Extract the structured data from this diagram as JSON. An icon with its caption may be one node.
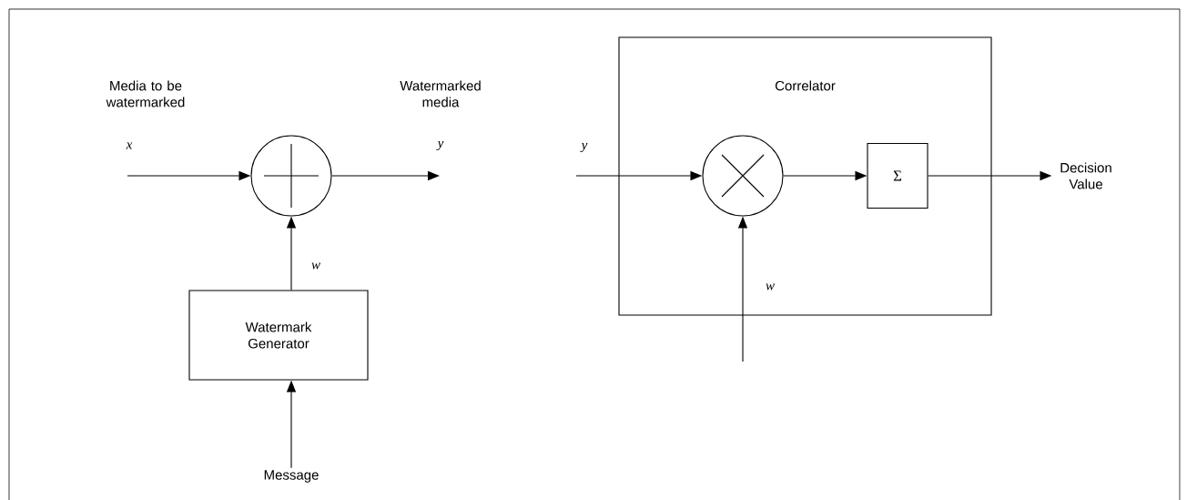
{
  "diagram": {
    "nodes": [
      {
        "text": [],
        "shape": "circle"
      },
      {
        "text": [
          "Watermark Generator"
        ]
      },
      {
        "text": [
          "Message"
        ]
      },
      {
        "text": [
          "Correlator"
        ]
      },
      {
        "text": [],
        "shape": "circle",
        "in": 3
      },
      {
        "text": [
          "Σ"
        ],
        "in": 3
      },
      {
        "text": [
          "Decision Value"
        ]
      }
    ],
    "edges": [
      {
        "from": null,
        "to": 0,
        "arrow": "to",
        "label": "x"
      },
      {
        "from": 0,
        "to": null,
        "arrow": "to",
        "label": "y"
      },
      {
        "from": 1,
        "to": 0,
        "arrow": "to",
        "label": "w"
      },
      {
        "from": 2,
        "to": 1,
        "arrow": "to"
      },
      {
        "from": null,
        "to": 4,
        "arrow": "to",
        "label": "y"
      },
      {
        "from": 4,
        "to": 5,
        "arrow": "to"
      },
      {
        "from": 5,
        "to": 6,
        "arrow": "to"
      },
      {
        "from": null,
        "to": 4,
        "arrow": "to",
        "label": "w"
      }
    ],
    "labels": [
      "Media to be watermarked",
      "Watermarked media"
    ]
  }
}
